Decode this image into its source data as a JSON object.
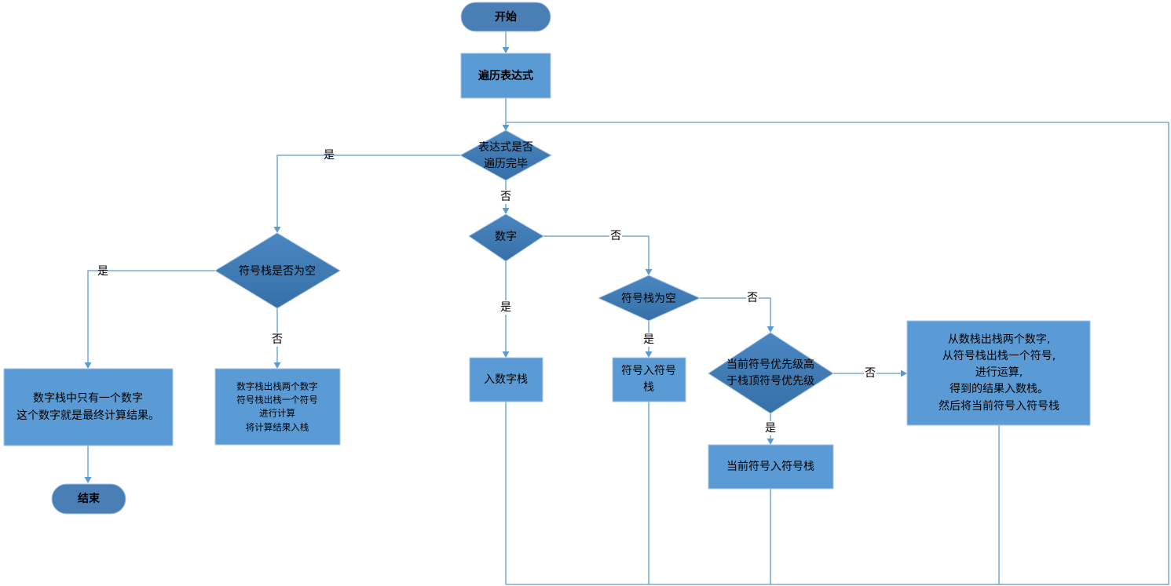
{
  "colors": {
    "terminal_fill": "#4a7fb5",
    "process_fill": "#5b9bd5",
    "decision_fill": "#3d7ab8",
    "connector": "#5b9bd5",
    "node_border": "#a9c6e8"
  },
  "nodes": {
    "start": "开始",
    "traverse": "遍历表达式",
    "traverse_done": [
      "表达式是否",
      "遍历完毕"
    ],
    "op_stack_empty_check": "符号栈是否为空",
    "is_number": "数字",
    "push_number": "入数字栈",
    "op_stack_empty": "符号栈为空",
    "push_op": [
      "符号入符号",
      "栈"
    ],
    "priority_check": [
      "当前符号优先级高",
      "于栈顶符号优先级"
    ],
    "compute_and_push": [
      "从数栈出栈两个数字,",
      "从符号栈出栈一个符号,",
      "进行运算,",
      "得到的结果入数栈。",
      "然后将当前符号入符号栈"
    ],
    "push_current_op": "当前符号入符号栈",
    "final_result": [
      "数字栈中只有一个数字",
      "这个数字就是最终计算结果。"
    ],
    "pop_compute": [
      "数字栈出栈两个数字",
      "符号栈出栈一个符号",
      "进行计算",
      "将计算结果入栈"
    ],
    "end": "结束"
  },
  "edge_labels": {
    "done_yes": "是",
    "done_no": "否",
    "empty_yes": "是",
    "empty_no": "否",
    "number_yes": "是",
    "number_no": "否",
    "opempty_yes": "是",
    "opempty_no": "否",
    "priority_yes": "是",
    "priority_no": "否"
  }
}
